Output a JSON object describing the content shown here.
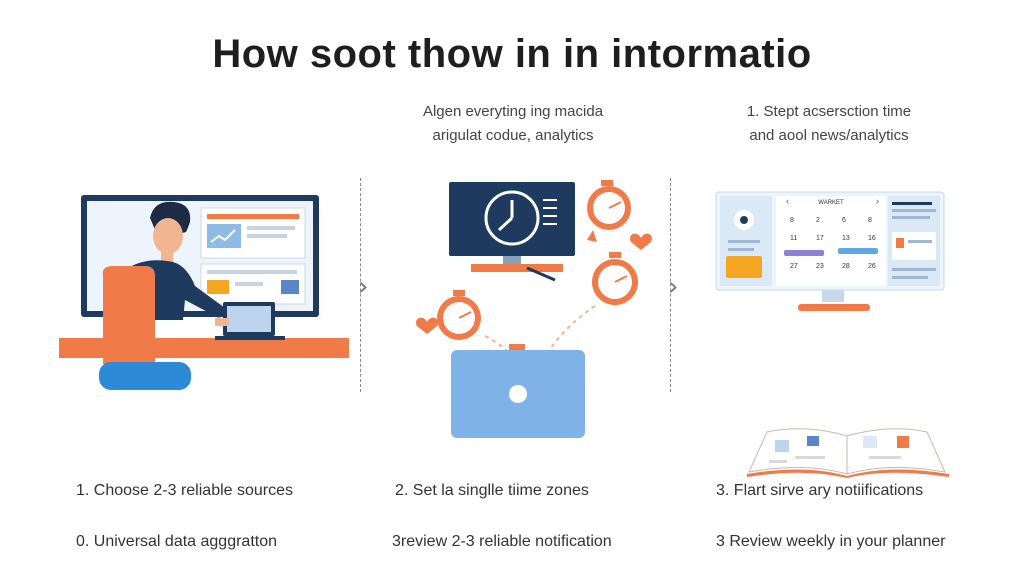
{
  "title": "How soot thow in in intormatio",
  "col2": {
    "subtitle_line1": "Algen everyting ing macida",
    "subtitle_line2": "arigulat codue, analytics"
  },
  "col3": {
    "subtitle_line1": "1. Stept acsersction time",
    "subtitle_line2": "and aool news/analytics",
    "calendar_header": "WARKET"
  },
  "steps": {
    "s1": "1. Choose 2-3 reliable sources",
    "s2": "2. Set la singlle tiime zones",
    "s3": "3. Flart sirve ary notiifications",
    "s4": "0. Universal data agggratton",
    "s5": "3review 2-3 reliable notification",
    "s6": "3 Review weekly in your planner"
  },
  "calendar_days": [
    "8",
    "2",
    "6",
    "8",
    "11",
    "17",
    "13",
    "16",
    "27",
    "23",
    "28",
    "26"
  ],
  "colors": {
    "accent_orange": "#f07a48",
    "navy": "#1f3a5f",
    "light_blue": "#8dbbe6",
    "pale_blue": "#dbe9f7"
  }
}
